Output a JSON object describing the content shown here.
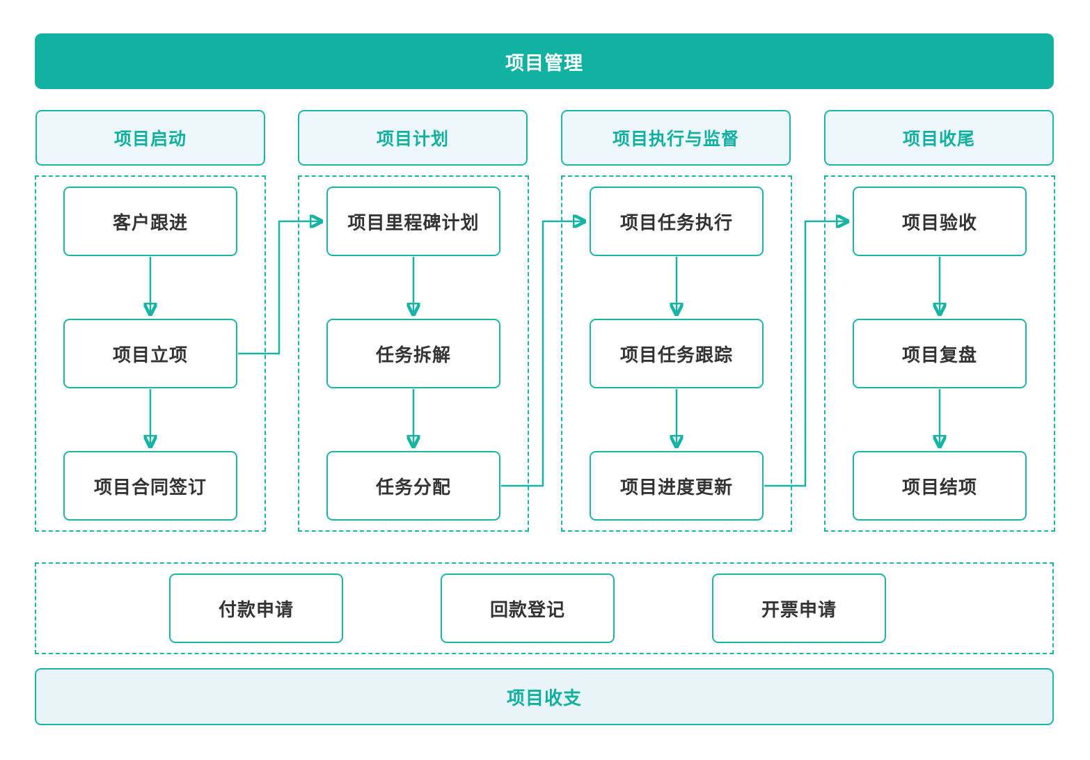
{
  "title": {
    "label": "项目管理"
  },
  "columns": [
    {
      "header": "项目启动",
      "boxes": [
        "客户跟进",
        "项目立项",
        "项目合同签订"
      ]
    },
    {
      "header": "项目计划",
      "boxes": [
        "项目里程碑计划",
        "任务拆解",
        "任务分配"
      ]
    },
    {
      "header": "项目执行与监督",
      "boxes": [
        "项目任务执行",
        "项目任务跟踪",
        "项目进度更新"
      ]
    },
    {
      "header": "项目收尾",
      "boxes": [
        "项目验收",
        "项目复盘",
        "项目结项"
      ]
    }
  ],
  "finance": {
    "boxes": [
      "付款申请",
      "回款登记",
      "开票申请"
    ]
  },
  "footer": {
    "label": "项目收支"
  },
  "colors": {
    "banner_fill": "#12b1a2",
    "line_teal": "#17b3a5",
    "light_fill": "#eef7fb",
    "teal_text": "#0fb0a0",
    "node_text": "#333333"
  }
}
